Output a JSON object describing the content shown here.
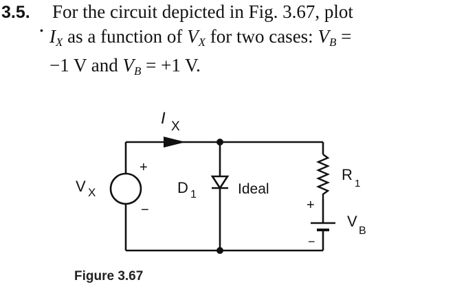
{
  "problem": {
    "number": "3.5.",
    "line1": "For the circuit depicted in Fig. 3.67, plot",
    "line2_var": "I",
    "line2_sub": "X",
    "line2_text": " as a function of ",
    "line2_var2": "V",
    "line2_sub2": "X",
    "line2_text2": " for two cases: ",
    "line2_var3": "V",
    "line2_sub3": "B",
    "line2_eq": " =",
    "line3_a": "−1 V and ",
    "line3_var": "V",
    "line3_sub": "B",
    "line3_b": " = +1 V."
  },
  "figure": {
    "current_label": "I",
    "current_sub": "X",
    "source_label": "V",
    "source_sub": "X",
    "source_plus": "+",
    "source_minus": "−",
    "diode_label": "D",
    "diode_sub": "1",
    "diode_note": "Ideal",
    "resistor_label": "R",
    "resistor_sub": "1",
    "battery_label": "V",
    "battery_sub": "B",
    "battery_plus": "+",
    "battery_minus": "−",
    "caption": "Figure 3.67"
  }
}
